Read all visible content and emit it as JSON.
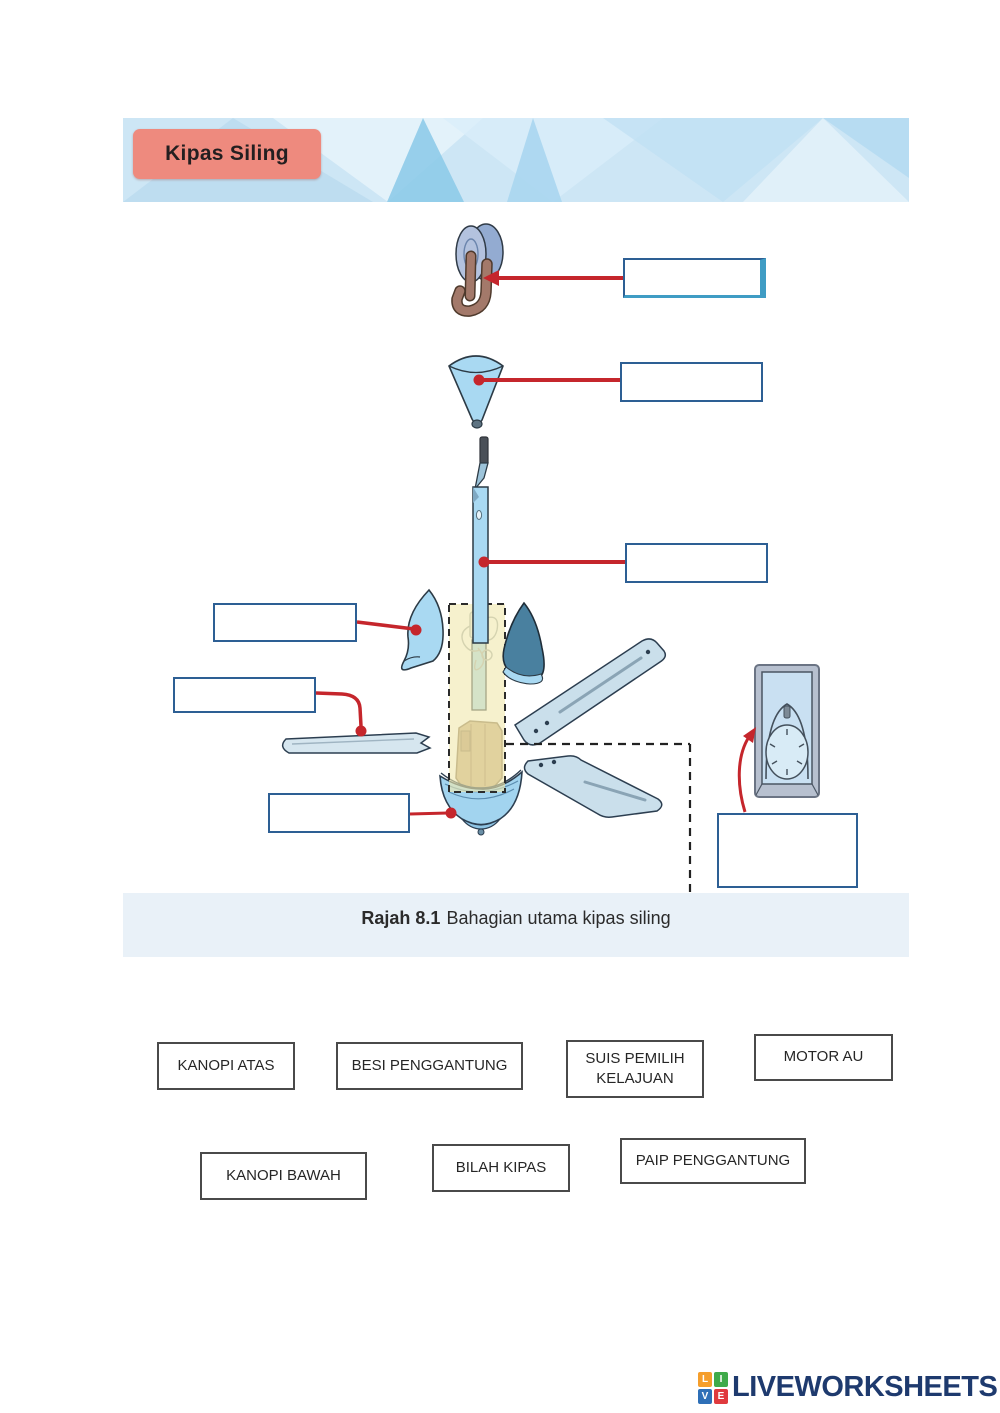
{
  "header": {
    "title": "Kipas Siling"
  },
  "figure_caption": {
    "label": "Rajah 8.1",
    "text": "Bahagian utama kipas siling"
  },
  "diagram": {
    "answer_box_count": 7,
    "part_icons": [
      "hook-and-pulley-icon",
      "top-canopy-cone-icon",
      "hanger-pipe-icon",
      "upper-canopy-icon",
      "fan-blade-icon",
      "motor-highlight-box",
      "dark-canopy-icon",
      "bottom-canopy-icon",
      "speed-selector-switch-icon"
    ]
  },
  "word_bank": {
    "items": [
      {
        "label": "KANOPI ATAS"
      },
      {
        "label": "BESI PENGGANTUNG"
      },
      {
        "label": "SUIS PEMILIH KELAJUAN"
      },
      {
        "label": "MOTOR AU"
      },
      {
        "label": "KANOPI BAWAH"
      },
      {
        "label": "BILAH KIPAS"
      },
      {
        "label": "PAIP PENGGANTUNG"
      }
    ]
  },
  "footer": {
    "logo_tiles": [
      "L",
      "I",
      "V",
      "E"
    ],
    "logo_text": "LIVEWORKSHEETS"
  },
  "colors": {
    "banner_bg": "#cde6f5",
    "title_chip": "#ee8a7e",
    "answer_box_border": "#2d5f94",
    "answer_box_accent": "#3f9cc4",
    "connector_red": "#c5262c",
    "highlight_fill": "#f0e9af",
    "word_box_border": "#4a4a4a",
    "logo_navy": "#1e3a6e"
  }
}
